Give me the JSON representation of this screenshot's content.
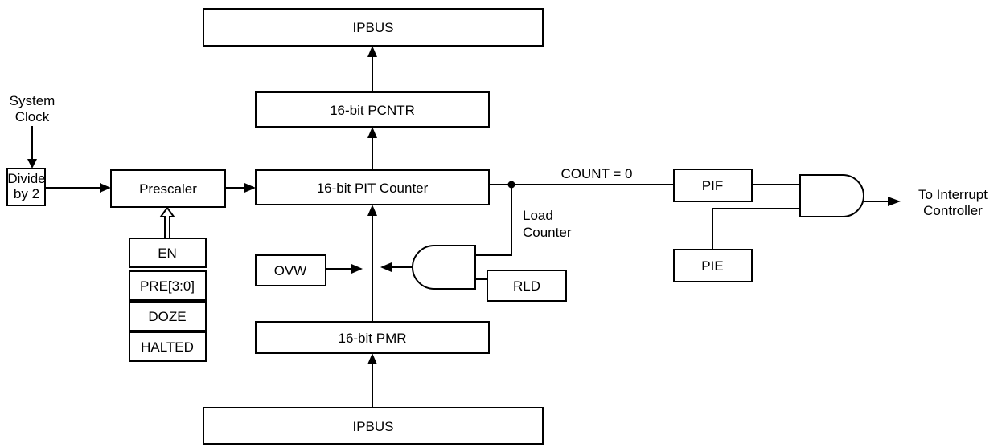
{
  "blocks": {
    "ipbus_top": "IPBUS",
    "pcntr": "16-bit PCNTR",
    "pit_counter": "16-bit PIT Counter",
    "prescaler": "Prescaler",
    "divide_line1": "Divide",
    "divide_line2": "by 2",
    "ovw": "OVW",
    "rld": "RLD",
    "pmr": "16-bit PMR",
    "ipbus_bottom": "IPBUS",
    "pif": "PIF",
    "pie": "PIE"
  },
  "prescaler_controls": [
    "EN",
    "PRE[3:0]",
    "DOZE",
    "HALTED"
  ],
  "labels": {
    "system_clock_line1": "System",
    "system_clock_line2": "Clock",
    "count_zero": "COUNT = 0",
    "load_counter_line1": "Load",
    "load_counter_line2": "Counter",
    "to_interrupt_line1": "To Interrupt",
    "to_interrupt_line2": "Controller"
  }
}
